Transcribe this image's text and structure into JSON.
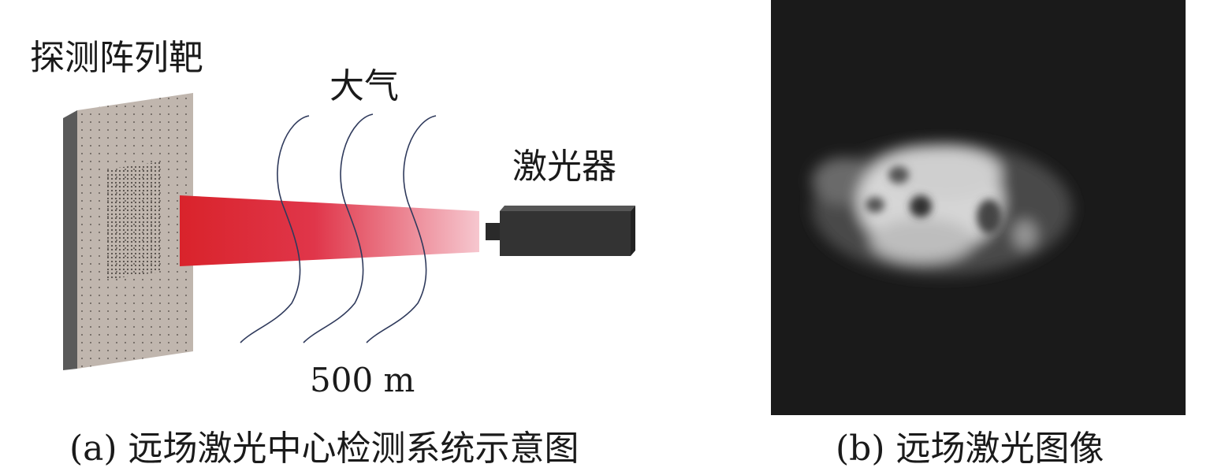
{
  "panel_a": {
    "target_label": "探测阵列靶",
    "atmosphere_label": "大气",
    "laser_label": "激光器",
    "distance_label": "500 m",
    "caption": "(a) 远场激光中心检测系统示意图"
  },
  "panel_b": {
    "caption": "(b) 远场激光图像"
  },
  "colors": {
    "beam_far": "#d9232b",
    "beam_near": "#f6c7cf",
    "target_face": "#c0b6ae",
    "target_side": "#5a5a5a",
    "laser_body": "#333333",
    "image_background": "#1a1a1a",
    "spot": "#d6d6d6"
  }
}
